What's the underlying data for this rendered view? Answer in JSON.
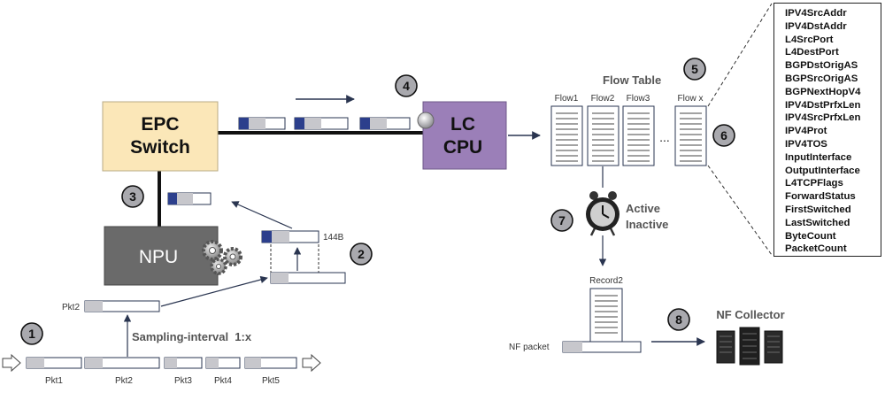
{
  "boxes": {
    "epc": [
      "EPC",
      "Switch"
    ],
    "lc": [
      "LC",
      "CPU"
    ],
    "npu": "NPU"
  },
  "flow_table": {
    "title": "Flow Table",
    "columns": [
      "Flow1",
      "Flow2",
      "Flow3",
      "Flow x"
    ],
    "ellipsis": "..."
  },
  "steps": [
    "1",
    "2",
    "3",
    "4",
    "5",
    "6",
    "7",
    "8"
  ],
  "labels": {
    "size": "144B",
    "pkt2_copy": "Pkt2",
    "sampling": "Sampling-interval  1:x",
    "packets": [
      "Pkt1",
      "Pkt2",
      "Pkt3",
      "Pkt4",
      "Pkt5"
    ],
    "timer": [
      "Active",
      "Inactive"
    ],
    "record": "Record2",
    "nf_packet": "NF packet",
    "collector": "NF Collector"
  },
  "fields": [
    "IPV4SrcAddr",
    "IPV4DstAddr",
    "L4SrcPort",
    "L4DestPort",
    "BGPDstOrigAS",
    "BGPSrcOrigAS",
    "BGPNextHopV4",
    "IPV4DstPrfxLen",
    "IPV4SrcPrfxLen",
    "IPV4Prot",
    "IPV4TOS",
    "InputInterface",
    "OutputInterface",
    "L4TCPFlags",
    "ForwardStatus",
    "FirstSwitched",
    "LastSwitched",
    "ByteCount",
    "PacketCount"
  ],
  "colors": {
    "epc_fill": "#fbe7b8",
    "lc_fill": "#9b7fb8",
    "npu_fill": "#6a6a6a",
    "header_blue": "#2c3f8c",
    "header_gray": "#c7c7cc",
    "step_badge": "#a9a9ae"
  }
}
